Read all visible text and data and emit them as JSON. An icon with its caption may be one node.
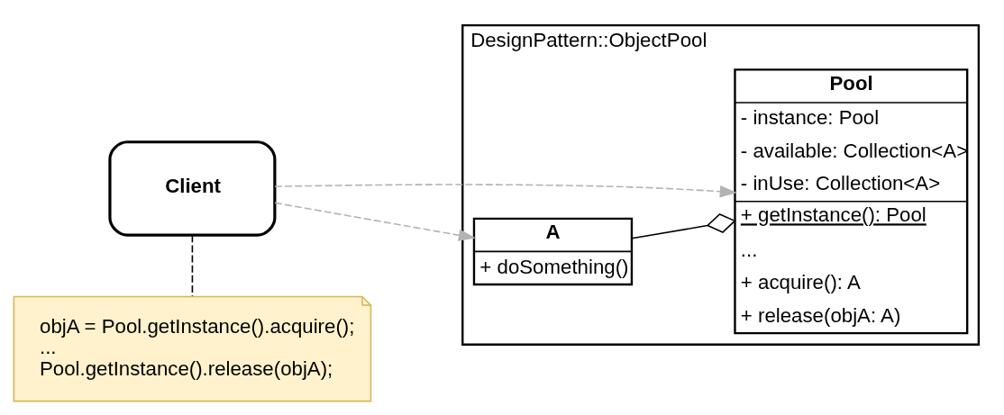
{
  "diagram": {
    "nodes": [
      {
        "text": [
          "Client"
        ]
      },
      {
        "text": [
          "objA = Pool.getInstance().acquire();",
          "...",
          "Pool.getInstance().release(objA);"
        ]
      },
      {
        "text": [
          "DesignPattern::ObjectPool"
        ]
      },
      {
        "text": [
          "Pool",
          "- instance: Pool",
          "- available: Collection<A>",
          "- inUse: Collection<A>",
          "+ getInstance(): Pool",
          "...",
          "+ acquire(): A",
          "+ release(objA: A)"
        ],
        "in": 2
      },
      {
        "text": [
          "A",
          "+ doSomething()"
        ],
        "in": 2
      }
    ],
    "edges": [
      {
        "from": 0,
        "to": 3,
        "arrow": "to",
        "style": "dashed",
        "color": "#b3b3b3"
      },
      {
        "from": 0,
        "to": 4,
        "arrow": "to",
        "style": "dashed",
        "color": "#b3b3b3"
      },
      {
        "from": 0,
        "to": 1,
        "arrow": "none",
        "style": "dashed",
        "color": "#000000"
      },
      {
        "from": 4,
        "to": 3,
        "arrow": "other",
        "color": "#000000"
      }
    ]
  }
}
